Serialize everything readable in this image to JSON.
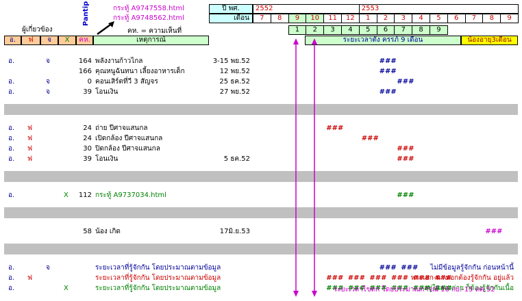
{
  "header": {
    "link1": "กระทู้ A9747558.html",
    "link2": "กระทู้ A9748562.html",
    "pantip": "Pantip",
    "kh_note": "คห. = ความเห็นที่",
    "involved": "ผู้เกี่ยวข้อง",
    "year_label": "ปี พศ.",
    "month_label": "เดือน",
    "years": [
      "2552",
      "2553"
    ],
    "months": [
      "7",
      "8",
      "9",
      "10",
      "11",
      "12",
      "1",
      "2",
      "3",
      "4",
      "5",
      "6",
      "7",
      "8",
      "9"
    ],
    "preg_months": [
      "1",
      "2",
      "3",
      "4",
      "5",
      "6",
      "7",
      "8",
      "9"
    ],
    "preg_label": "ระยะเวลาตั้ง ครรภ์ 9 เดือน",
    "baby_label": "น้องอายุ3เดือน",
    "cols": [
      "อ.",
      "ฟ",
      "จ",
      "X",
      "คห.",
      "เหตุการณ์"
    ]
  },
  "rows": [
    {
      "a": "อ.",
      "f": "",
      "j": "จ",
      "x": "",
      "kh": "164",
      "event": "พลังงานก้าวไกล",
      "date": "3-15 พย.52",
      "marks": [
        {
          "text": "###",
          "col": 11,
          "color": "blue"
        }
      ],
      "color": "blue"
    },
    {
      "a": "",
      "f": "",
      "j": "",
      "x": "",
      "kh": "166",
      "event": "คุณหนูฉันทนา เลี้ยงอาหารเด็ก",
      "date": "12 พย.52",
      "marks": [
        {
          "text": "###",
          "col": 11,
          "color": "blue"
        }
      ],
      "color": "blue"
    },
    {
      "a": "อ.",
      "f": "",
      "j": "จ",
      "x": "",
      "kh": "0",
      "event": "คอนเสิร์ตที่วี 3 สัญจร",
      "date": "25 ธค.52",
      "marks": [
        {
          "text": "###",
          "col": 12,
          "color": "blue"
        }
      ],
      "color": "blue"
    },
    {
      "a": "อ.",
      "f": "",
      "j": "จ",
      "x": "",
      "kh": "39",
      "event": "โอนเงิน",
      "date": "27 พย.52",
      "marks": [
        {
          "text": "###",
          "col": 11,
          "color": "blue"
        }
      ],
      "color": "blue"
    },
    {
      "sep": true
    },
    {
      "a": "อ.",
      "f": "ฟ",
      "j": "",
      "x": "",
      "kh": "24",
      "event": "ถ่าย        ปีศาจแสนกล",
      "date": "",
      "marks": [
        {
          "text": "###",
          "col": 8,
          "color": "red"
        }
      ],
      "color": "red"
    },
    {
      "a": "อ.",
      "f": "ฟ",
      "j": "",
      "x": "",
      "kh": "24",
      "event": "เปิดกล้อง  ปีศาจแสนกล",
      "date": "",
      "marks": [
        {
          "text": "###",
          "col": 10,
          "color": "red"
        }
      ],
      "color": "red"
    },
    {
      "a": "อ.",
      "f": "ฟ",
      "j": "",
      "x": "",
      "kh": "30",
      "event": "ปิดกล้อง  ปีศาจแสนกล",
      "date": "",
      "marks": [
        {
          "text": "###",
          "col": 12,
          "color": "red"
        }
      ],
      "color": "red"
    },
    {
      "a": "อ.",
      "f": "ฟ",
      "j": "",
      "x": "",
      "kh": "39",
      "event": "โอนเงิน",
      "date": "5 ธค.52",
      "marks": [
        {
          "text": "###",
          "col": 12,
          "color": "red"
        }
      ],
      "color": "red"
    },
    {
      "sep": true
    },
    {
      "a": "อ.",
      "f": "",
      "j": "",
      "x": "X",
      "kh": "112",
      "event": "กระทู้ A9737034.html",
      "date": "",
      "marks": [
        {
          "text": "###",
          "col": 12,
          "color": "green"
        }
      ],
      "color": "green"
    },
    {
      "sep": true
    },
    {
      "a": "",
      "f": "",
      "j": "",
      "x": "",
      "kh": "58",
      "event": "น้อง เกิด",
      "date": "17มิ.ย.53",
      "marks": [
        {
          "text": "###",
          "col": 17,
          "color": "mag"
        }
      ],
      "color": "black"
    },
    {
      "sep": true
    },
    {
      "a": "อ.",
      "f": "",
      "j": "จ",
      "x": "",
      "kh": "",
      "event": "ระยะเวลาที่รู้จักกัน โดยประมาณตามข้อมูล",
      "date": "",
      "marks": [
        {
          "text": "### ###",
          "col": 11,
          "color": "blue"
        }
      ],
      "color": "blue",
      "note": "ไม่มีข้อมูลรู้จักกัน ก่อนหน้านี้",
      "note_color": "blue"
    },
    {
      "a": "อ.",
      "f": "ฟ",
      "j": "",
      "x": "",
      "kh": "",
      "event": "ระยะเวลาที่รู้จักกัน โดยประมาณตามข้อมูล",
      "date": "",
      "marks": [
        {
          "text": "### ### ### ### ### ###",
          "col": 8,
          "color": "red"
        }
      ],
      "color": "red",
      "note": "พระเอก-นางเอกต้องรู้จักกัน อยู่แล้ว",
      "note_color": "red"
    },
    {
      "a": "อ.",
      "f": "",
      "j": "",
      "x": "X",
      "kh": "",
      "event": "ระยะเวลาที่รู้จักกัน โดยประมาณตามข้อมูล",
      "date": "",
      "marks": [
        {
          "text": "### ### ### ### ### ###",
          "col": 8,
          "color": "green"
        }
      ],
      "color": "green",
      "note": "อยู่ในกองถ่าย ก็ต้องรู้จักกันเนื้อ",
      "note_color": "green"
    }
  ],
  "footer_note": "ระยะเวลาไข่ตก โดยประมาณการณ์ 16 กย.-15 ตค.52",
  "colors": {
    "orange": "#ffcc99",
    "lightgreen": "#ccffcc",
    "yellow": "#ffff00",
    "cyan_header": "#ccffff",
    "separator": "#c0c0c0",
    "magenta": "#cc00cc"
  }
}
